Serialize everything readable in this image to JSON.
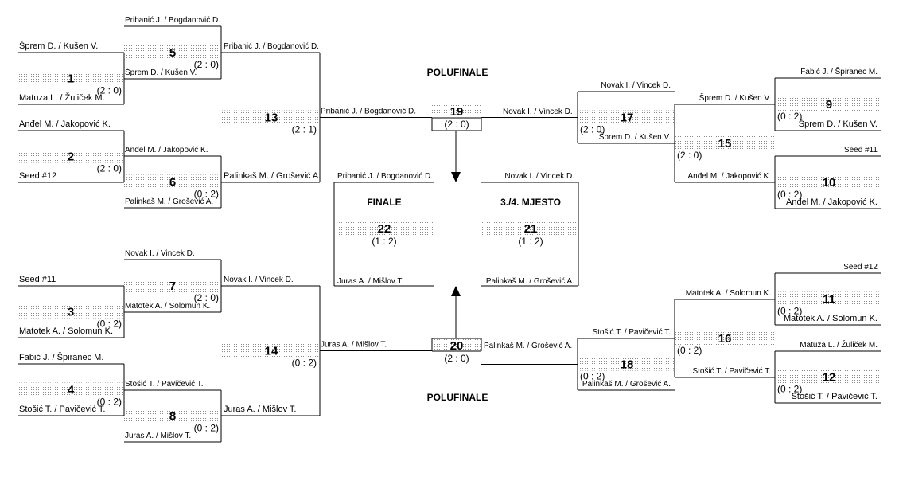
{
  "headings": {
    "semifinal_top": "POLUFINALE",
    "semifinal_bottom": "POLUFINALE",
    "final": "FINALE",
    "third_place": "3./4. MJESTO"
  },
  "matches": [
    {
      "id": "m1",
      "number": "1",
      "score": "(2 : 0)",
      "team_a": "Šprem D. / Kušen V.",
      "team_b": "Matuza L. / Žuliček M.",
      "winner": "Šprem D. / Kušen V."
    },
    {
      "id": "m2",
      "number": "2",
      "score": "(2 : 0)",
      "team_a": "Anđel M. / Jakopović K.",
      "team_b": "Seed #12",
      "winner": "Anđel M. / Jakopović K."
    },
    {
      "id": "m3",
      "number": "3",
      "score": "(0 : 2)",
      "team_a": "Seed #11",
      "team_b": "Matotek A. / Solomun K.",
      "winner": "Matotek A. / Solomun K."
    },
    {
      "id": "m4",
      "number": "4",
      "score": "(0 : 2)",
      "team_a": "Fabić J. / Špiranec M.",
      "team_b": "Stošić T. / Pavičević T.",
      "winner": "Stošić T. / Pavičević T."
    },
    {
      "id": "m5",
      "number": "5",
      "score": "(2 : 0)",
      "team_a": "Pribanić J. / Bogdanović D.",
      "team_b": "Šprem D. / Kušen V.",
      "winner": "Pribanić J. / Bogdanović D."
    },
    {
      "id": "m6",
      "number": "6",
      "score": "(0 : 2)",
      "team_a": "Anđel M. / Jakopović K.",
      "team_b": "Palinkaš M. / Grošević A.",
      "winner": "Palinkaš M. / Grošević A."
    },
    {
      "id": "m7",
      "number": "7",
      "score": "(2 : 0)",
      "team_a": "Novak I. / Vincek D.",
      "team_b": "Matotek A. / Solomun K.",
      "winner": "Novak I. / Vincek D."
    },
    {
      "id": "m8",
      "number": "8",
      "score": "(0 : 2)",
      "team_a": "Stošić T. / Pavičević T.",
      "team_b": "Juras A. / Mišlov T.",
      "winner": "Juras A. / Mišlov T."
    },
    {
      "id": "m9",
      "number": "9",
      "score": "(0 : 2)",
      "team_a": "Fabić J. / Špiranec M.",
      "team_b": "Šprem D. / Kušen V.",
      "winner": "Šprem D. / Kušen V."
    },
    {
      "id": "m10",
      "number": "10",
      "score": "(0 : 2)",
      "team_a": "Seed #11",
      "team_b": "Anđel M. / Jakopović K.",
      "winner": "Anđel M. / Jakopović K."
    },
    {
      "id": "m11",
      "number": "11",
      "score": "(0 : 2)",
      "team_a": "Seed #12",
      "team_b": "Matotek A. / Solomun K.",
      "winner": "Matotek A. / Solomun K."
    },
    {
      "id": "m12",
      "number": "12",
      "score": "(0 : 2)",
      "team_a": "Matuza L. / Žuliček M.",
      "team_b": "Stošić T. / Pavičević T.",
      "winner": "Stošić T. / Pavičević T."
    },
    {
      "id": "m13",
      "number": "13",
      "score": "(2 : 1)",
      "team_a": "Pribanić J. / Bogdanović D.",
      "team_b": "Palinkaš M. / Grošević A.",
      "winner": "Pribanić J. / Bogdanović D."
    },
    {
      "id": "m14",
      "number": "14",
      "score": "(0 : 2)",
      "team_a": "Novak I. / Vincek D.",
      "team_b": "Juras A. / Mišlov T.",
      "winner": "Juras A. / Mišlov T."
    },
    {
      "id": "m15",
      "number": "15",
      "score": "(2 : 0)",
      "team_a": "Šprem D. / Kušen V.",
      "team_b": "Anđel M. / Jakopović K.",
      "winner": "Šprem D. / Kušen V."
    },
    {
      "id": "m16",
      "number": "16",
      "score": "(0 : 2)",
      "team_a": "Matotek A. / Solomun K.",
      "team_b": "Stošić T. / Pavičević T.",
      "winner": "Stošić T. / Pavičević T."
    },
    {
      "id": "m17",
      "number": "17",
      "score": "(2 : 0)",
      "team_a": "Novak I. / Vincek D.",
      "team_b": "Šprem D. / Kušen V.",
      "winner": "Novak I. / Vincek D."
    },
    {
      "id": "m18",
      "number": "18",
      "score": "(0 : 2)",
      "team_a": "Stošić T. / Pavičević T.",
      "team_b": "Palinkaš M. / Grošević A.",
      "winner": "Palinkaš M. / Grošević A."
    },
    {
      "id": "m19",
      "number": "19",
      "score": "(2 : 0)",
      "team_a": "Pribanić J. / Bogdanović D.",
      "team_b": "Novak I. / Vincek D.",
      "winner": ""
    },
    {
      "id": "m20",
      "number": "20",
      "score": "(2 : 0)",
      "team_a": "Juras A. / Mišlov T.",
      "team_b": "Palinkaš M. / Grošević A.",
      "winner": ""
    },
    {
      "id": "m22",
      "number": "22",
      "score": "(1 : 2)",
      "team_a": "Pribanić J. / Bogdanović D.",
      "team_b": "Juras A. / Mišlov T.",
      "winner": ""
    },
    {
      "id": "m21",
      "number": "21",
      "score": "(1 : 2)",
      "team_a": "Novak I. / Vincek D.",
      "team_b": "Palinkaš M. / Grošević A.",
      "winner": ""
    }
  ]
}
